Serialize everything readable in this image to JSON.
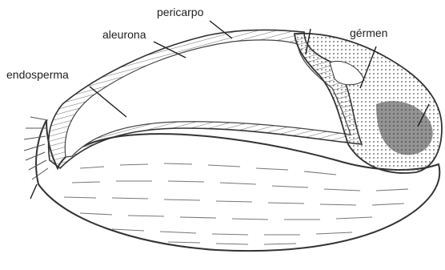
{
  "labels": {
    "pericarpo": "pericarpo",
    "aleurona": "aleurona",
    "germen": "gérmen",
    "endosperma": "endosperma"
  },
  "colors": {
    "ink": "#1e1e1e",
    "outline": "#333333",
    "tissue": "#7a7a7a",
    "germ_dark": "#3a3a3a",
    "background": "#ffffff"
  }
}
